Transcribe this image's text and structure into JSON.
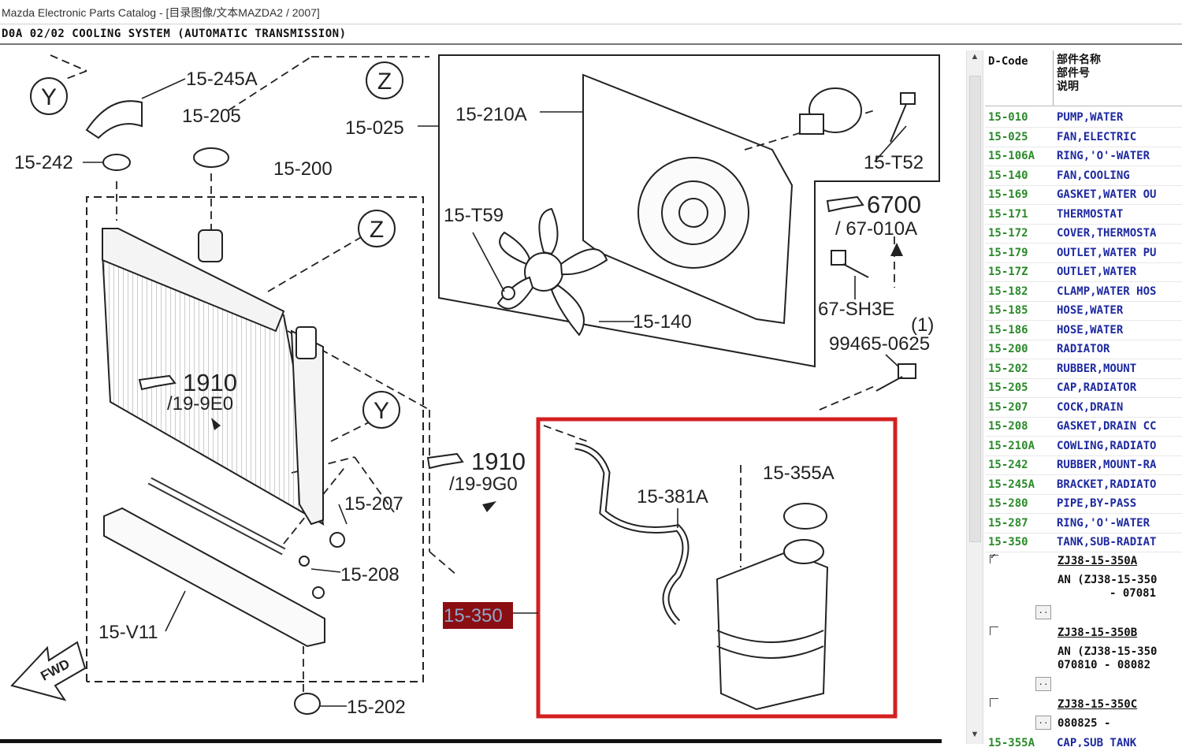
{
  "window": {
    "title": "Mazda Electronic Parts Catalog - [目录图像/文本MAZDA2 / 2007]"
  },
  "diagram": {
    "heading": "D0A 02/02 COOLING SYSTEM (AUTOMATIC TRANSMISSION)",
    "labels": {
      "y1": "Y",
      "z1": "Z",
      "z2": "Z",
      "y2": "Y",
      "p245a": "15-245A",
      "p205": "15-205",
      "p242": "15-242",
      "p200": "15-200",
      "p025": "15-025",
      "p210a": "15-210A",
      "pT52": "15-T52",
      "pT59": "15-T59",
      "p140": "15-140",
      "ref6700": "6700",
      "ref67010a": "/ 67-010A",
      "p67sh3e": "67-SH3E",
      "qty1": "(1)",
      "p99465": "99465-0625",
      "ref1910a": "1910",
      "ref19e0": "/19-9E0",
      "ref1910b": "1910",
      "ref19g0": "/19-9G0",
      "p207": "15-207",
      "p208": "15-208",
      "pV11": "15-V11",
      "p202": "15-202",
      "p381a": "15-381A",
      "p355a": "15-355A",
      "p350": "15-350",
      "fwd": "FWD"
    }
  },
  "parts_panel": {
    "header_code": "D-Code",
    "header_names": [
      "部件名称",
      "部件号",
      "说明"
    ],
    "rows": [
      {
        "code": "15-010",
        "name": "PUMP,WATER"
      },
      {
        "code": "15-025",
        "name": "FAN,ELECTRIC"
      },
      {
        "code": "15-106A",
        "name": "RING,'O'-WATER"
      },
      {
        "code": "15-140",
        "name": "FAN,COOLING"
      },
      {
        "code": "15-169",
        "name": "GASKET,WATER OU"
      },
      {
        "code": "15-171",
        "name": "THERMOSTAT"
      },
      {
        "code": "15-172",
        "name": "COVER,THERMOSTA"
      },
      {
        "code": "15-179",
        "name": "OUTLET,WATER PU"
      },
      {
        "code": "15-17Z",
        "name": "OUTLET,WATER"
      },
      {
        "code": "15-182",
        "name": "CLAMP,WATER HOS"
      },
      {
        "code": "15-185",
        "name": "HOSE,WATER"
      },
      {
        "code": "15-186",
        "name": "HOSE,WATER"
      },
      {
        "code": "15-200",
        "name": "RADIATOR"
      },
      {
        "code": "15-202",
        "name": "RUBBER,MOUNT"
      },
      {
        "code": "15-205",
        "name": "CAP,RADIATOR"
      },
      {
        "code": "15-207",
        "name": "COCK,DRAIN"
      },
      {
        "code": "15-208",
        "name": "GASKET,DRAIN CC"
      },
      {
        "code": "15-210A",
        "name": "COWLING,RADIATO"
      },
      {
        "code": "15-242",
        "name": "RUBBER,MOUNT-RA"
      },
      {
        "code": "15-245A",
        "name": "BRACKET,RADIATO"
      },
      {
        "code": "15-280",
        "name": "PIPE,BY-PASS"
      },
      {
        "code": "15-287",
        "name": "RING,'O'-WATER"
      },
      {
        "code": "15-350",
        "name": "TANK,SUB-RADIAT"
      }
    ],
    "sub_parts": [
      {
        "part_no": "ZJ38-15-350A",
        "an": "AN (ZJ38-15-350",
        "date": "- 07081",
        "checked": true
      },
      {
        "part_no": "ZJ38-15-350B",
        "an": "AN (ZJ38-15-350",
        "date": "070810 - 08082",
        "checked": false
      },
      {
        "part_no": "ZJ38-15-350C",
        "an": "",
        "date": "080825 -",
        "checked": false
      }
    ],
    "more_button": "..",
    "last_row": {
      "code": "15-355A",
      "name": "CAP,SUB TANK"
    }
  },
  "colors": {
    "highlight": "#8b0e12",
    "frame_red": "#d42020",
    "code_green": "#2a8a2a",
    "name_blue": "#1e2aa0"
  }
}
